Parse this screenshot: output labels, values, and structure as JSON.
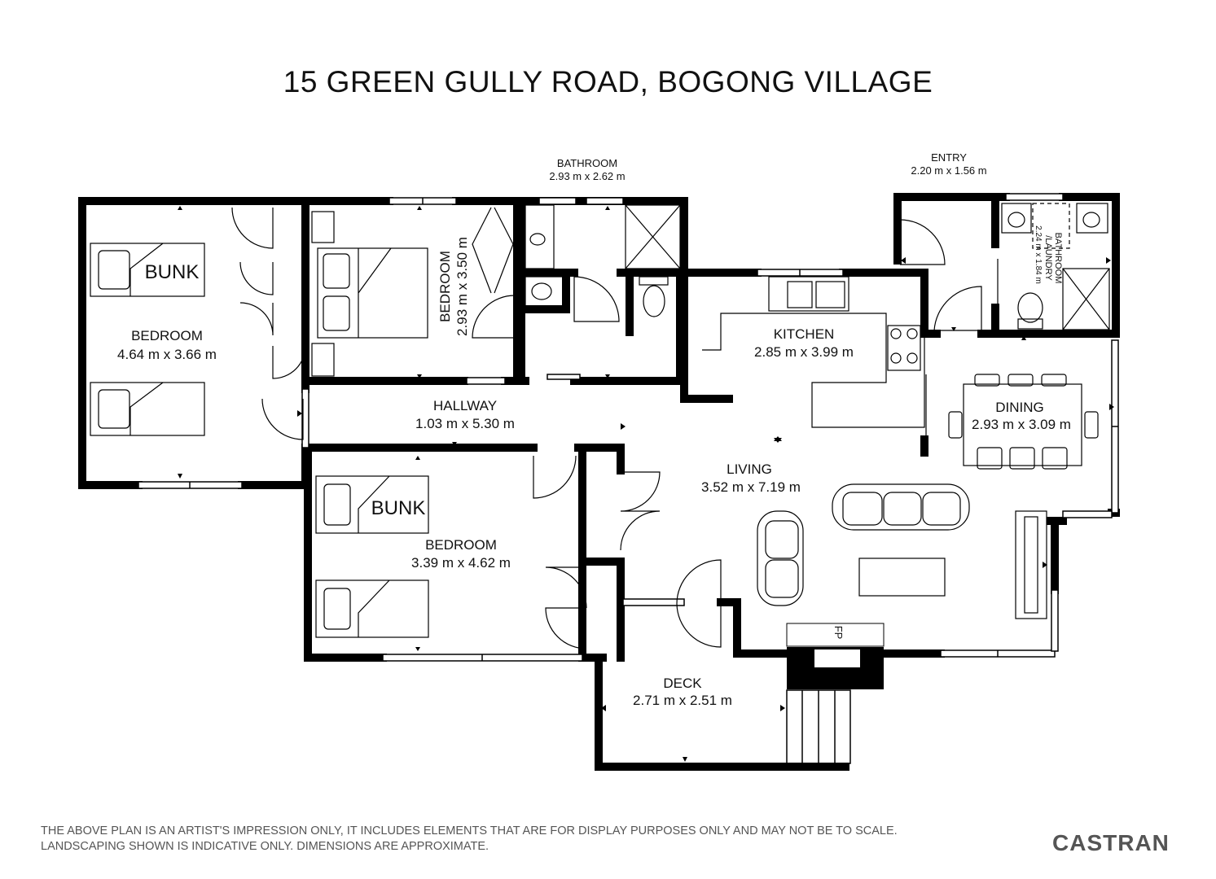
{
  "title": "15 GREEN GULLY ROAD, BOGONG VILLAGE",
  "rooms": {
    "bedroom1": {
      "name": "BEDROOM",
      "dims": "4.64 m x 3.66 m"
    },
    "bedroom2": {
      "name": "BEDROOM",
      "dims": "2.93 m x 3.50 m"
    },
    "bedroom3": {
      "name": "BEDROOM",
      "dims": "3.39 m x 4.62 m"
    },
    "bathroom": {
      "name": "BATHROOM",
      "dims": "2.93 m x 2.62 m"
    },
    "hallway": {
      "name": "HALLWAY",
      "dims": "1.03 m x 5.30 m"
    },
    "kitchen": {
      "name": "KITCHEN",
      "dims": "2.85 m x 3.99 m"
    },
    "entry": {
      "name": "ENTRY",
      "dims": "2.20 m x 1.56 m"
    },
    "bathroom_laundry": {
      "name": "BATHROOM",
      "name2": "/LAUNDRY",
      "dims": "2.24 m x 1.84 m"
    },
    "dining": {
      "name": "DINING",
      "dims": "2.93 m x 3.09 m"
    },
    "living": {
      "name": "LIVING",
      "dims": "3.52 m x 7.19 m"
    },
    "deck": {
      "name": "DECK",
      "dims": "2.71 m x 2.51 m"
    }
  },
  "bunk_label": "BUNK",
  "fireplace_label": "FP",
  "disclaimer": {
    "line1": "THE ABOVE PLAN IS AN ARTIST'S IMPRESSION ONLY, IT INCLUDES ELEMENTS THAT ARE FOR DISPLAY PURPOSES ONLY AND MAY NOT BE TO SCALE.",
    "line2": "LANDSCAPING SHOWN IS INDICATIVE ONLY. DIMENSIONS ARE APPROXIMATE."
  },
  "brand": "CASTRAN"
}
